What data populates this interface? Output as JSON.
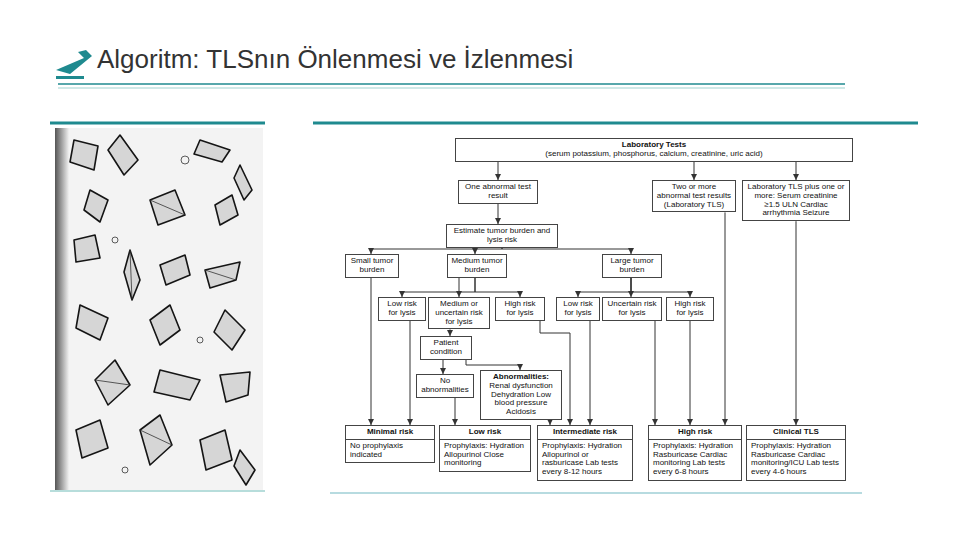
{
  "diagram": {
    "title": "Algoritm: TLSnın Önlenmesi ve İzlenmesi",
    "nodes": [
      {
        "text": [
          "Laboratory Tests",
          "(serum potassium, phosphorus, calcium, creatinine, uric acid)"
        ]
      },
      {
        "text": [
          "One abnormal test result"
        ]
      },
      {
        "text": [
          "Two or more abnormal test results (Laboratory TLS)"
        ]
      },
      {
        "text": [
          "Laboratory TLS plus one or more: Serum creatinine ≥1.5 ULN Cardiac arrhythmia Seizure"
        ]
      },
      {
        "text": [
          "Estimate tumor burden and lysis risk"
        ]
      },
      {
        "text": [
          "Small tumor burden"
        ]
      },
      {
        "text": [
          "Medium tumor burden"
        ]
      },
      {
        "text": [
          "Large tumor burden"
        ]
      },
      {
        "text": [
          "Low risk for lysis"
        ]
      },
      {
        "text": [
          "Medium or uncertain risk for lysis"
        ]
      },
      {
        "text": [
          "High risk for lysis"
        ]
      },
      {
        "text": [
          "Low risk for lysis"
        ]
      },
      {
        "text": [
          "Uncertain risk for lysis"
        ]
      },
      {
        "text": [
          "High risk for lysis"
        ]
      },
      {
        "text": [
          "Patient condition"
        ]
      },
      {
        "text": [
          "No abnormalities"
        ]
      },
      {
        "text": [
          "Abnormalities:",
          "Renal dysfunction Dehydration Low blood pressure Acidosis"
        ]
      },
      {
        "text": [
          "Minimal risk",
          "No prophylaxis indicated"
        ]
      },
      {
        "text": [
          "Low risk",
          "Prophylaxis: Hydration Allopurinol Close monitoring"
        ]
      },
      {
        "text": [
          "Intermediate risk",
          "Prophylaxis: Hydration Allopurinol or rasburicase Lab tests every 8-12 hours"
        ]
      },
      {
        "text": [
          "High risk",
          "Prophylaxis: Hydration Rasburicase Cardiac monitoring Lab tests every 6-8 hours"
        ]
      },
      {
        "text": [
          "Clinical TLS",
          "Prophylaxis: Hydration Rasburicase Cardiac monitoring/ICU Lab tests every 4-6 hours"
        ]
      }
    ],
    "edges": [
      {
        "from": 0,
        "to": 1,
        "arrow": "to"
      },
      {
        "from": 0,
        "to": 2,
        "arrow": "to"
      },
      {
        "from": 0,
        "to": 3,
        "arrow": "to"
      },
      {
        "from": 1,
        "to": 4,
        "arrow": "to"
      },
      {
        "from": 4,
        "to": 5,
        "arrow": "to"
      },
      {
        "from": 4,
        "to": 6,
        "arrow": "to"
      },
      {
        "from": 4,
        "to": 7,
        "arrow": "to"
      },
      {
        "from": 5,
        "to": 17,
        "arrow": "to"
      },
      {
        "from": 6,
        "to": 8,
        "arrow": "to"
      },
      {
        "from": 6,
        "to": 9,
        "arrow": "to"
      },
      {
        "from": 6,
        "to": 10,
        "arrow": "to"
      },
      {
        "from": 7,
        "to": 11,
        "arrow": "to"
      },
      {
        "from": 7,
        "to": 12,
        "arrow": "to"
      },
      {
        "from": 7,
        "to": 13,
        "arrow": "to"
      },
      {
        "from": 8,
        "to": 17,
        "arrow": "to"
      },
      {
        "from": 9,
        "to": 14,
        "arrow": "to"
      },
      {
        "from": 10,
        "to": 19,
        "arrow": "to"
      },
      {
        "from": 11,
        "to": 19,
        "arrow": "to"
      },
      {
        "from": 12,
        "to": 20,
        "arrow": "to"
      },
      {
        "from": 13,
        "to": 20,
        "arrow": "to"
      },
      {
        "from": 14,
        "to": 15,
        "arrow": "to"
      },
      {
        "from": 14,
        "to": 16,
        "arrow": "to"
      },
      {
        "from": 15,
        "to": 18,
        "arrow": "to"
      },
      {
        "from": 16,
        "to": 19,
        "arrow": "to"
      },
      {
        "from": 2,
        "to": 20,
        "arrow": "to"
      },
      {
        "from": 3,
        "to": 21,
        "arrow": "to"
      }
    ]
  }
}
